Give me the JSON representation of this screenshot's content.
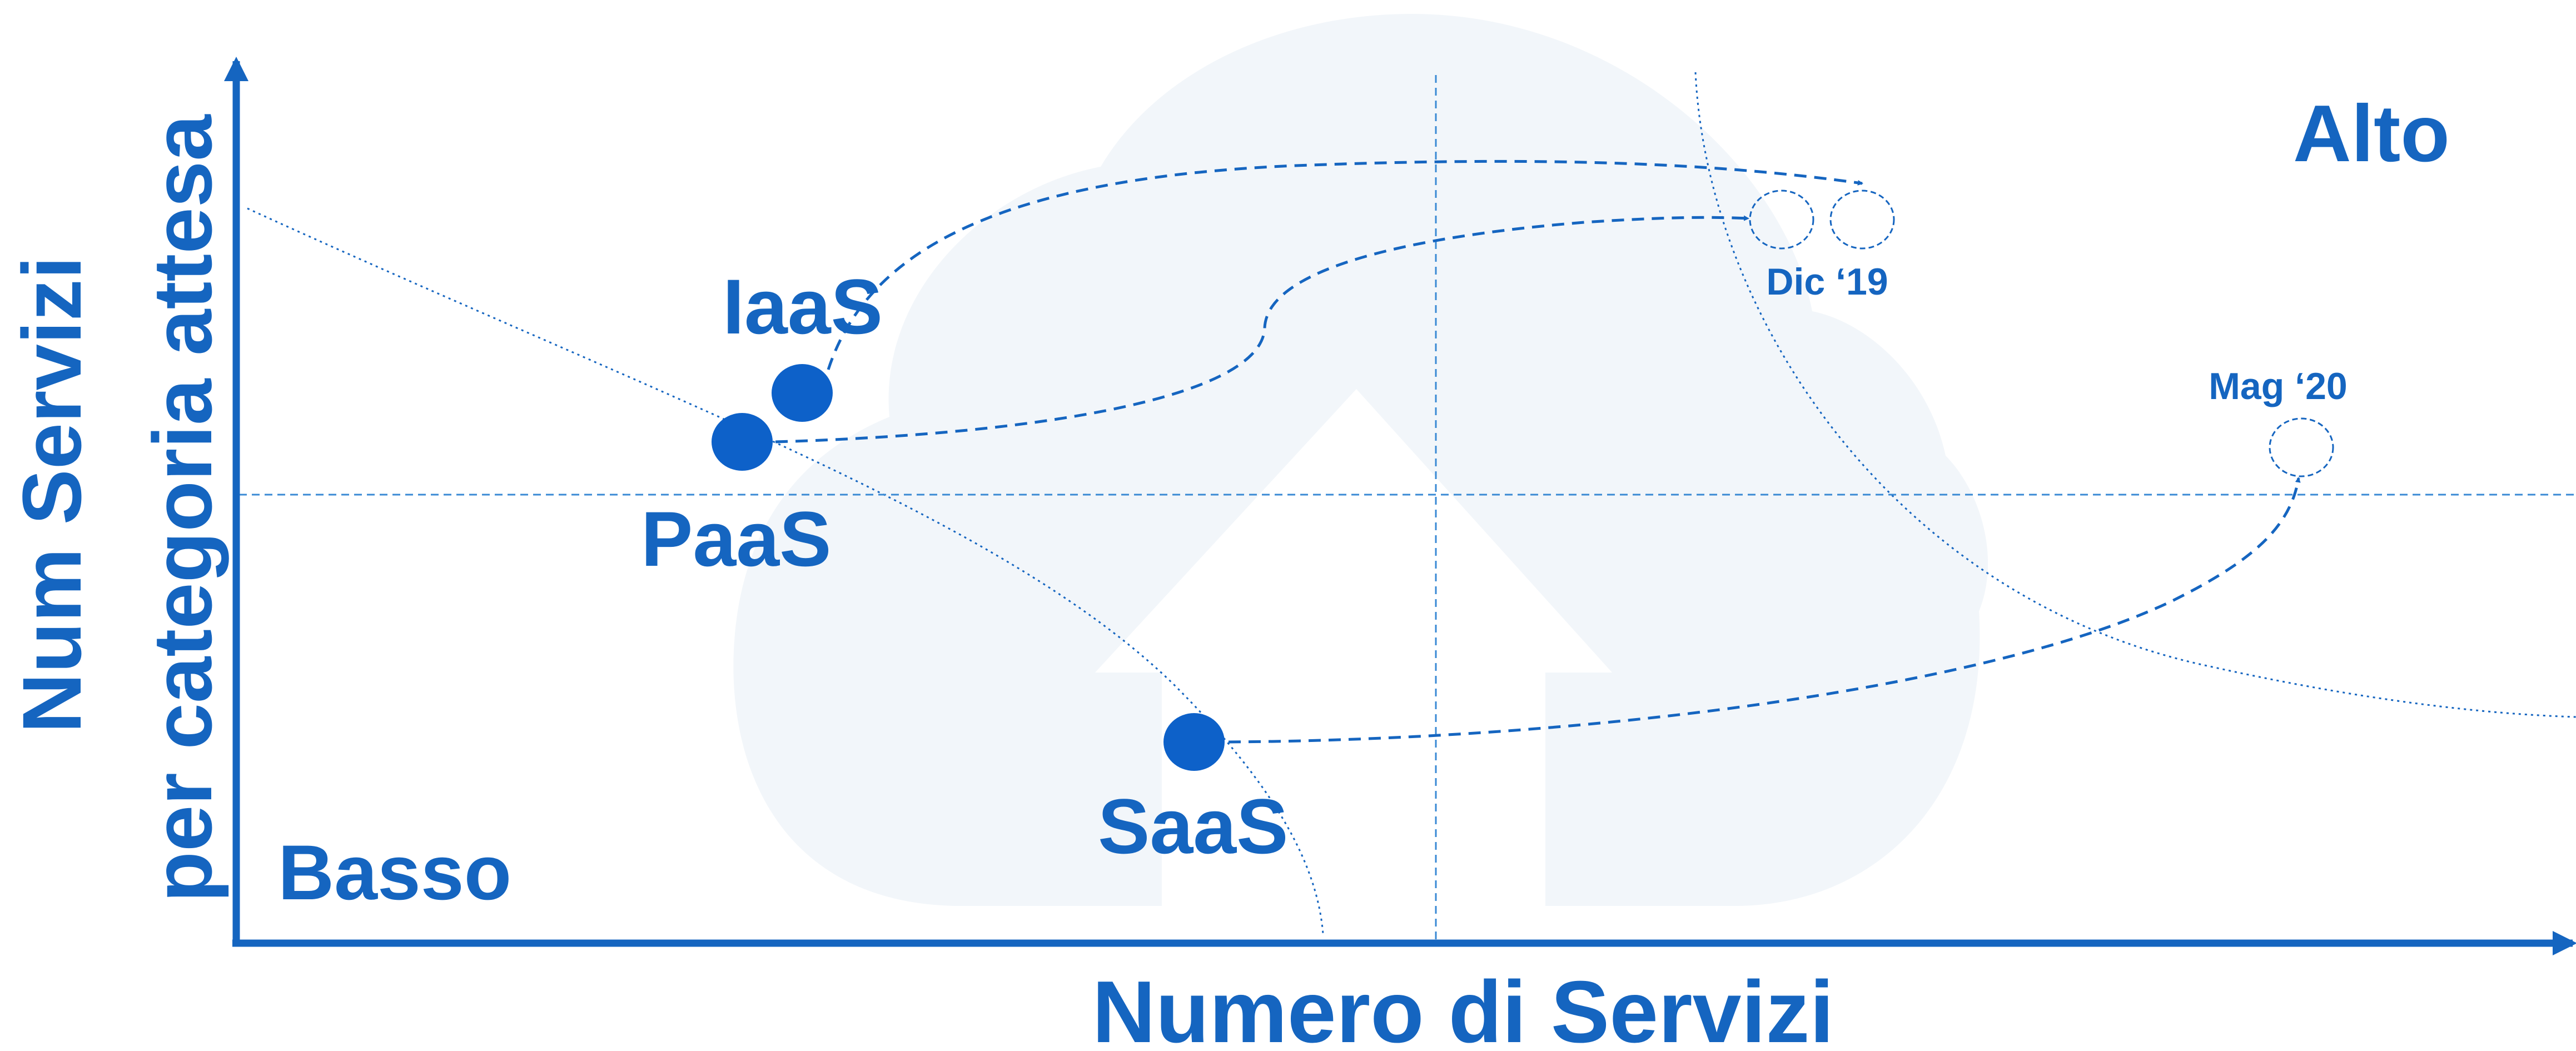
{
  "labels": {
    "y_axis_line1": "Num Servizi",
    "y_axis_line2": "per categoria attesa",
    "x_axis": "Numero di Servizi",
    "low": "Basso",
    "high": "Alto",
    "iaas": "IaaS",
    "paas": "PaaS",
    "saas": "SaaS",
    "date_dec": "Dic ‘19",
    "date_may": "Mag ‘20"
  },
  "colors": {
    "primary": "#1565C0",
    "dot": "#0D61C9",
    "watermark": "#F1F6FA"
  },
  "icons": {
    "background": "cloud-upload-watermark-icon"
  }
}
